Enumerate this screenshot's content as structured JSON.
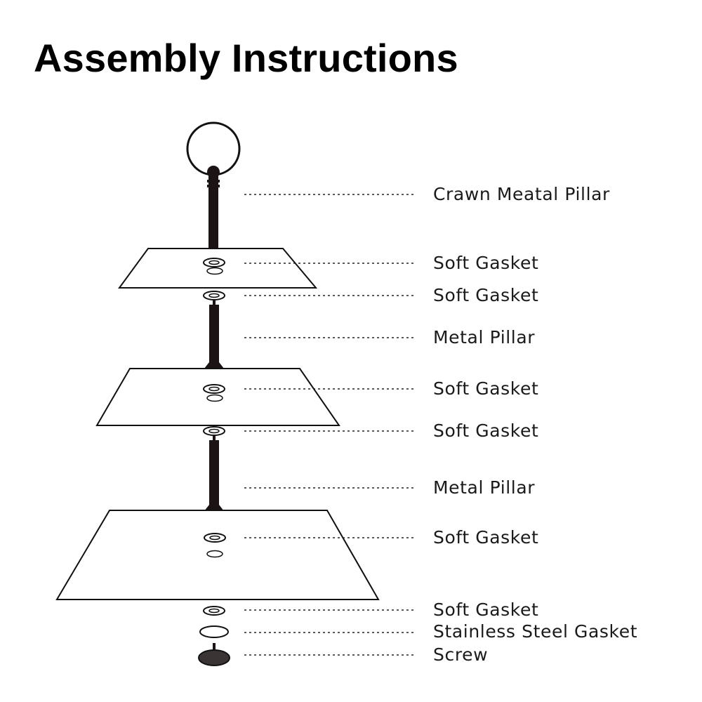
{
  "title": "Assembly Instructions",
  "labels": [
    "Crawn Meatal Pillar",
    "Soft Gasket",
    "Soft Gasket",
    "Metal Pillar",
    "Soft Gasket",
    "Soft Gasket",
    "Metal Pillar",
    "Soft Gasket",
    "Soft Gasket",
    "Stainless Steel Gasket",
    "Screw"
  ],
  "colors": {
    "ink": "#111111",
    "pillar": "#1c1414",
    "label": "#1a1a1a"
  }
}
